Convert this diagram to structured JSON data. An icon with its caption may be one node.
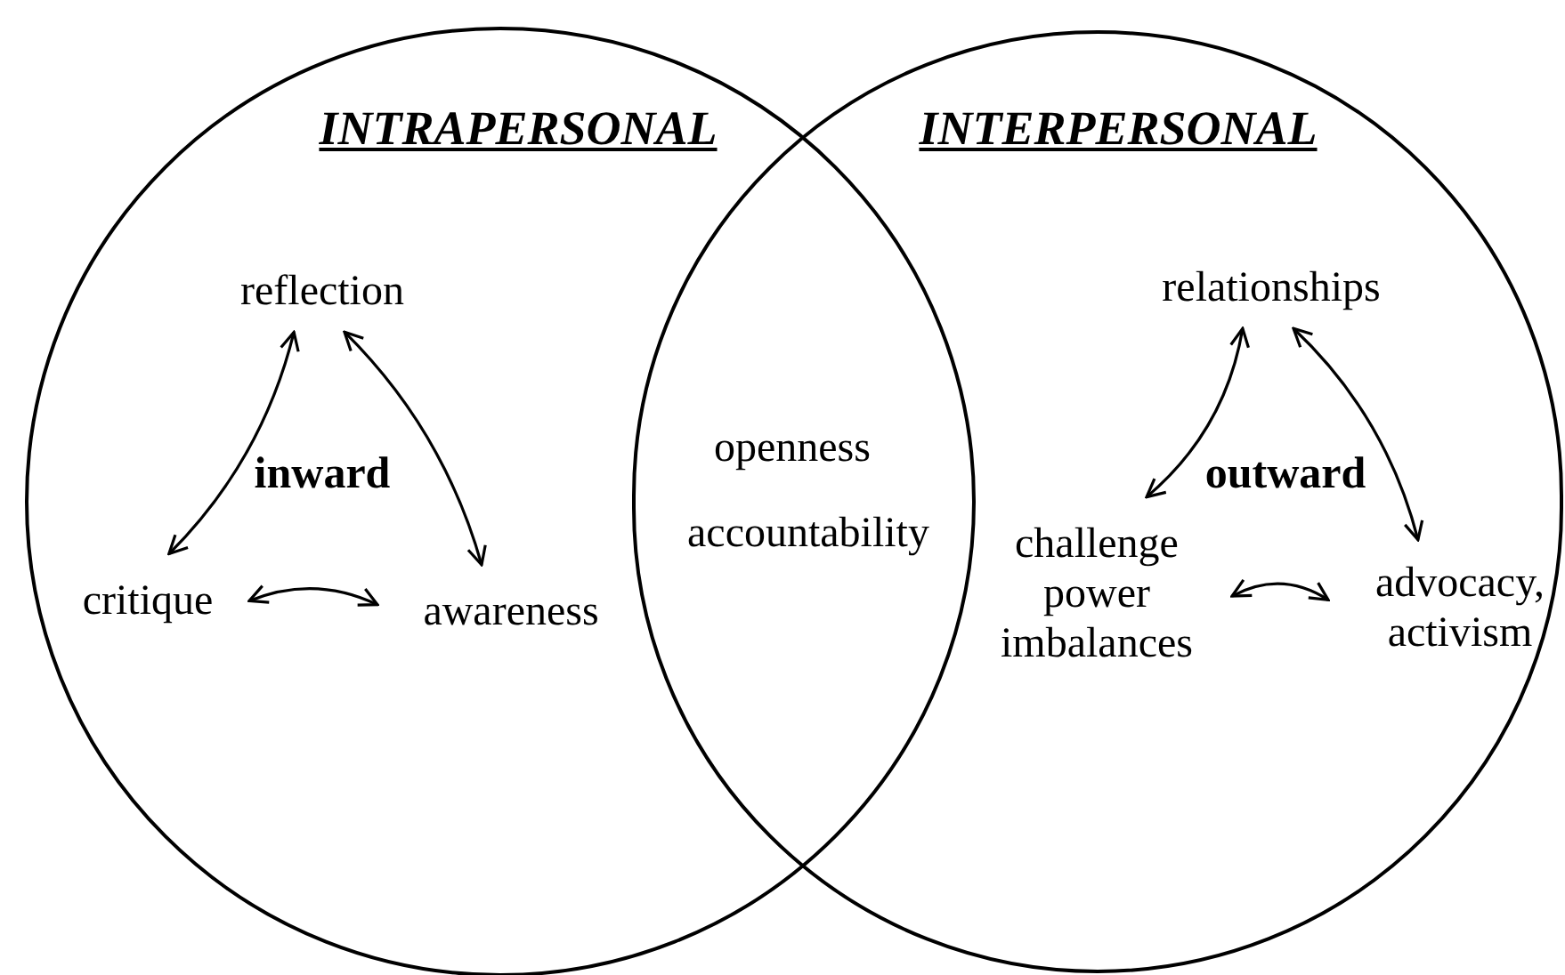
{
  "diagram": {
    "nodes": [
      {
        "text": [
          "INTRAPERSONAL",
          "inward"
        ]
      },
      {
        "text": [
          "reflection"
        ],
        "in": 0
      },
      {
        "text": [
          "critique"
        ],
        "in": 0
      },
      {
        "text": [
          "awareness"
        ],
        "in": 0
      },
      {
        "text": [
          "INTERPERSONAL",
          "outward"
        ]
      },
      {
        "text": [
          "relationships"
        ],
        "in": 4
      },
      {
        "text": [
          "challenge power imbalances"
        ],
        "in": 4
      },
      {
        "text": [
          "advocacy, activism"
        ],
        "in": 4
      }
    ],
    "edges": [
      {
        "from": 1,
        "to": 2,
        "arrow": "both"
      },
      {
        "from": 1,
        "to": 3,
        "arrow": "both"
      },
      {
        "from": 2,
        "to": 3,
        "arrow": "both"
      },
      {
        "from": 5,
        "to": 6,
        "arrow": "both"
      },
      {
        "from": 5,
        "to": 7,
        "arrow": "both"
      },
      {
        "from": 6,
        "to": 7,
        "arrow": "both"
      }
    ],
    "labels": [
      "openness",
      "accountability"
    ]
  }
}
